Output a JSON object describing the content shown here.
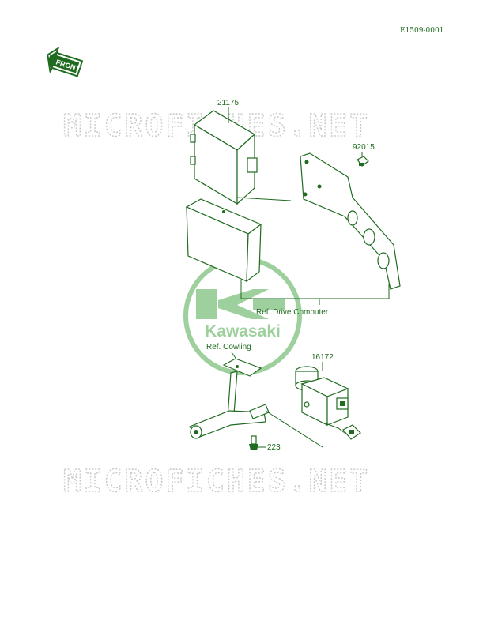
{
  "diagram_code": "E1509-0001",
  "front_badge": "FRONT",
  "watermarks": [
    "MICROFICHES.NET",
    "MICROFICHES.NET"
  ],
  "logo_text": "Kawasaki",
  "colors": {
    "ink": "#1f6b1f",
    "logo": "#9ed09e",
    "watermark": "#c8c8c8"
  },
  "parts": [
    {
      "number": "21175"
    },
    {
      "number": "92015"
    },
    {
      "number": "16172"
    },
    {
      "number": "223"
    }
  ],
  "references": {
    "drive_computer": "Ref. Drive Computer",
    "cowling": "Ref. Cowling"
  }
}
